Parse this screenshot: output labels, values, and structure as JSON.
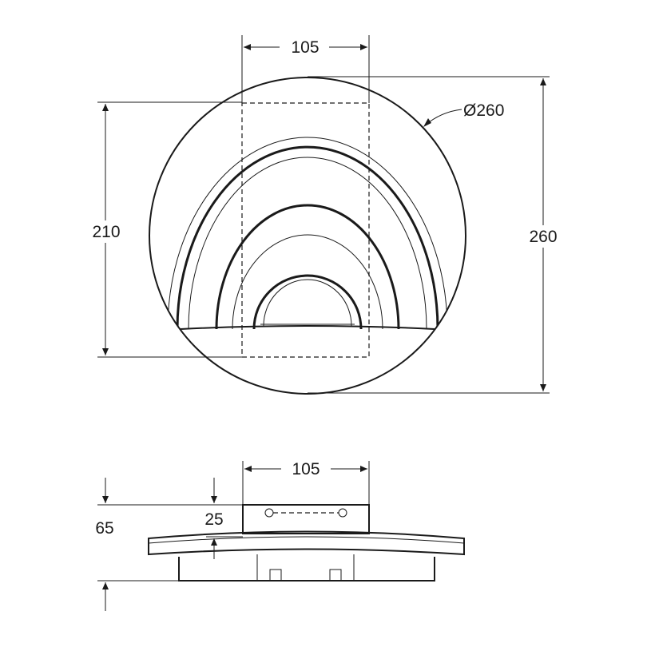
{
  "front_view": {
    "width_label": "105",
    "diameter_label": "Ø260",
    "left_height_label": "210",
    "right_height_label": "260"
  },
  "side_view": {
    "width_label": "105",
    "total_depth_label": "65",
    "inner_depth_label": "25"
  },
  "colors": {
    "line": "#1a1a1a",
    "background": "#ffffff"
  }
}
